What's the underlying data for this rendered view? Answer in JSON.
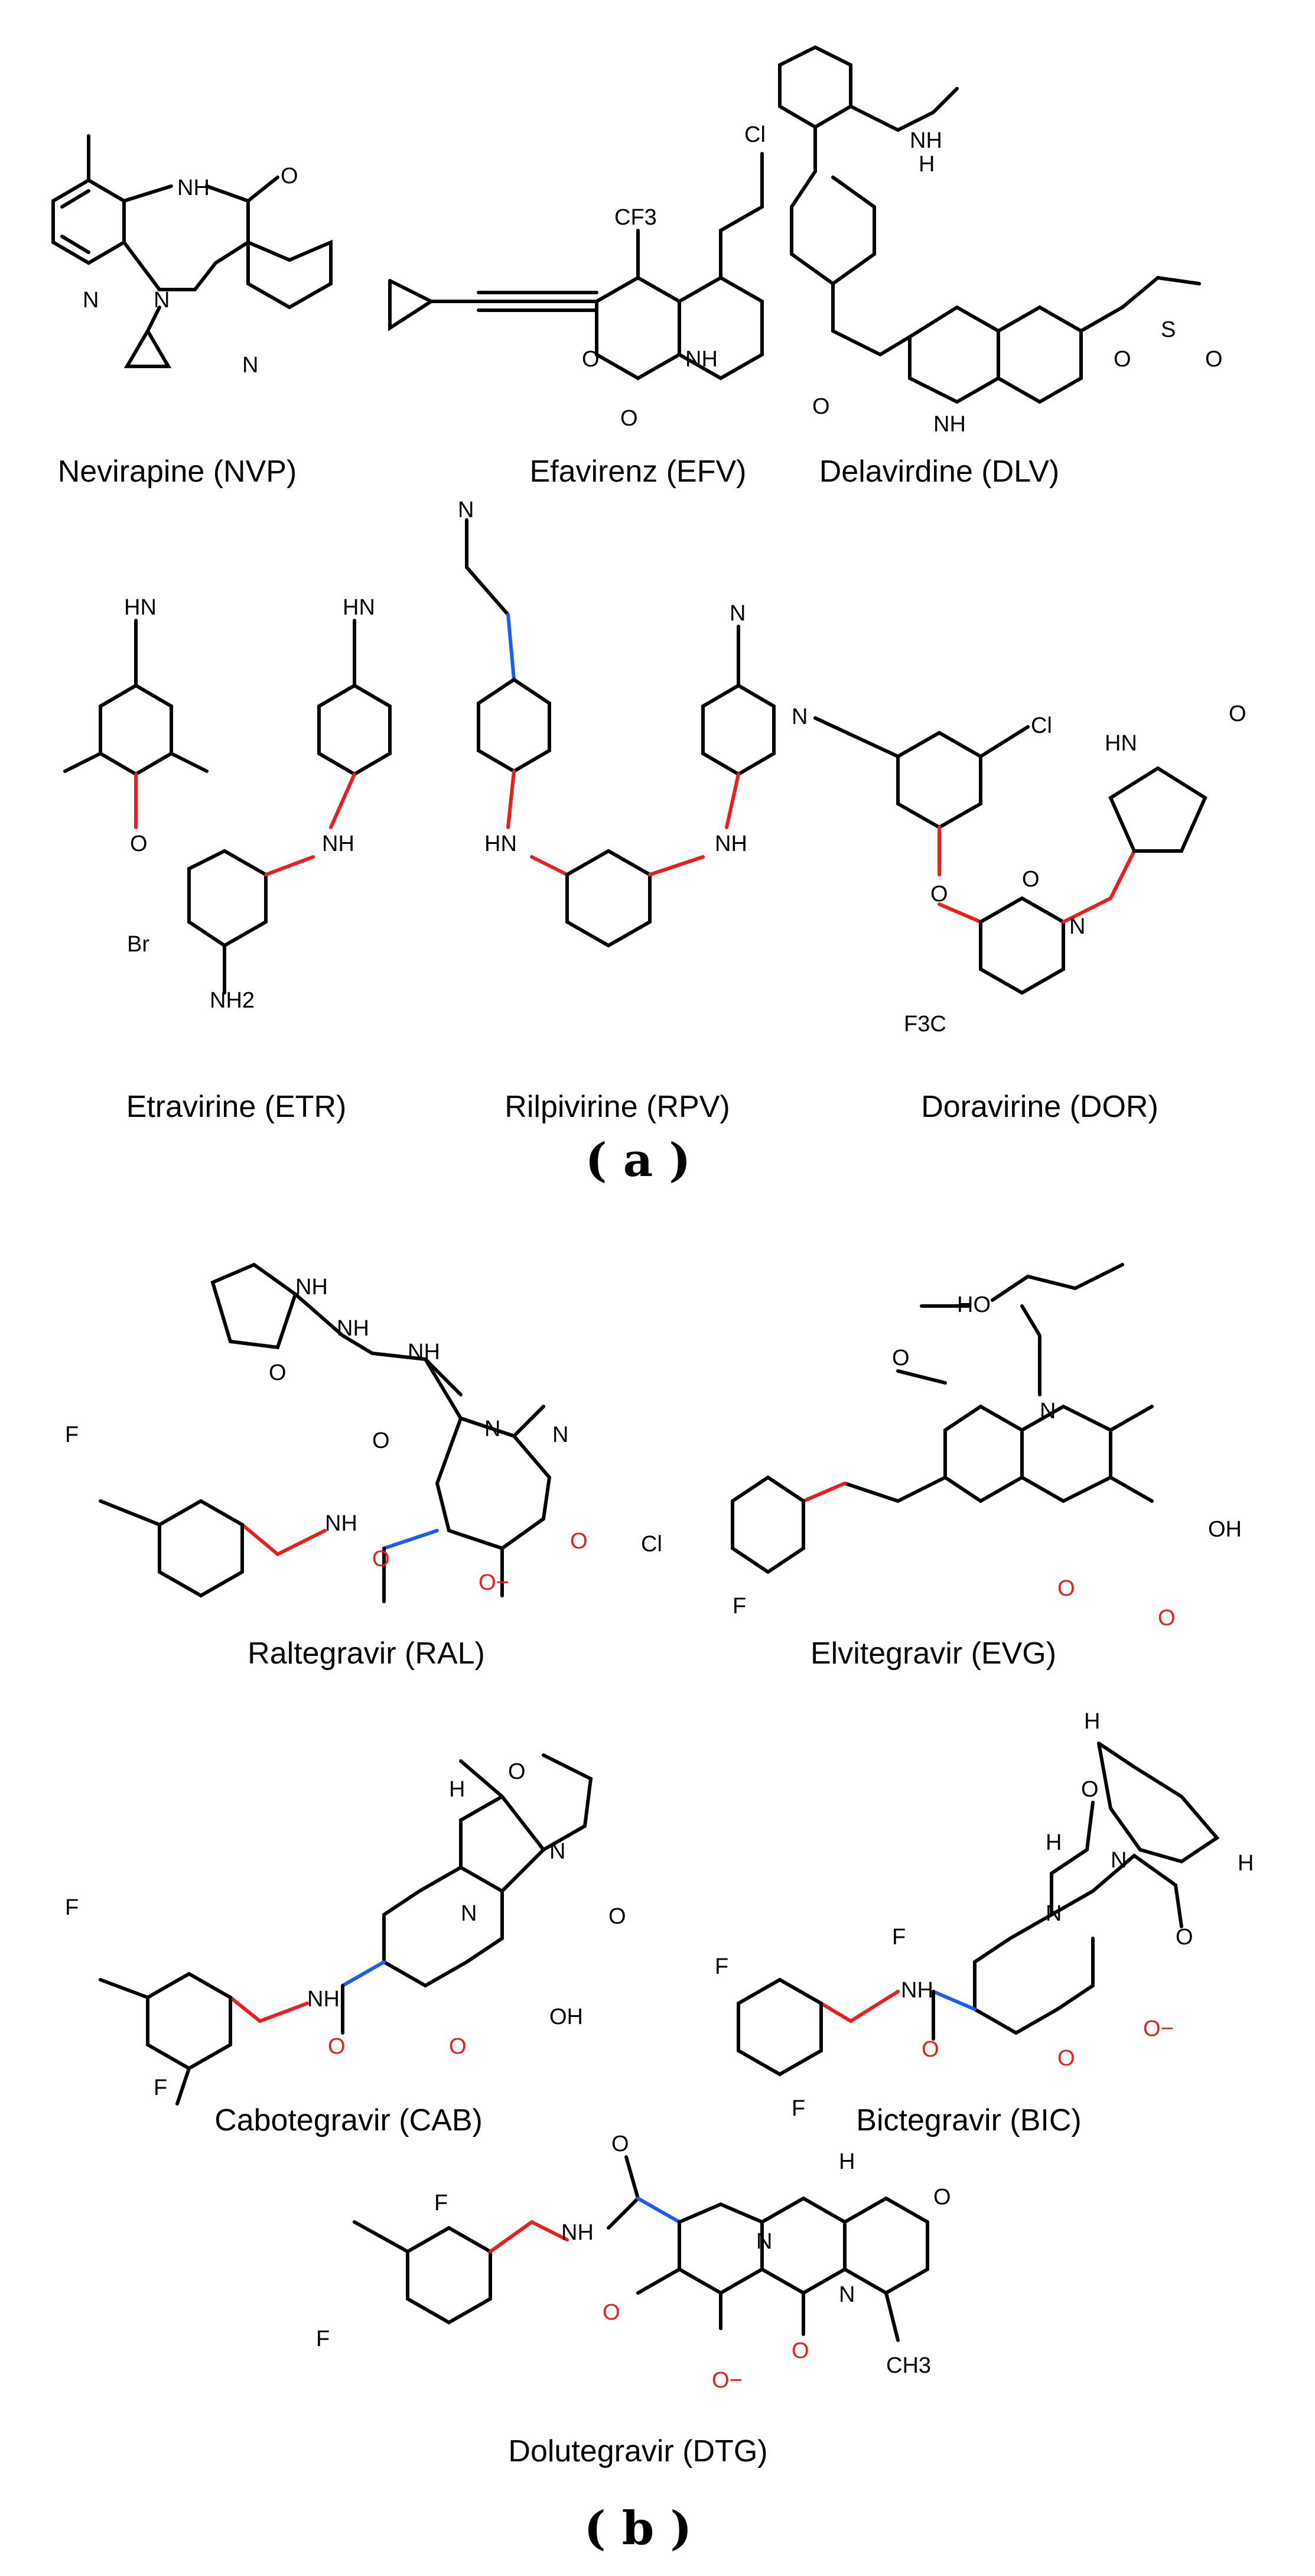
{
  "panels": {
    "a": "( a )",
    "b": "( b )"
  },
  "compounds": {
    "nvp": "Nevirapine (NVP)",
    "efv": "Efavirenz (EFV)",
    "dlv": "Delavirdine (DLV)",
    "etr": "Etravirine (ETR)",
    "rpv": "Rilpivirine (RPV)",
    "dor": "Doravirine (DOR)",
    "ral": "Raltegravir (RAL)",
    "evg": "Elvitegravir (EVG)",
    "cab": "Cabotegravir (CAB)",
    "bic": "Bictegravir (BIC)",
    "dtg": "Dolutegravir (DTG)"
  },
  "atoms": {
    "nh": "NH",
    "hn": "HN",
    "n": "N",
    "o": "O",
    "h": "H",
    "cl": "Cl",
    "f": "F",
    "br": "Br",
    "s": "S",
    "cf3": "CF3",
    "f3c": "F3C",
    "nh2": "NH2",
    "oh": "OH",
    "ho": "HO",
    "ch3": "CH3",
    "inh": "HN",
    "o_minus": "O−"
  },
  "colors": {
    "red_bond": "#ee1c1c",
    "blue_bond": "#1e5bff",
    "black": "#000000"
  }
}
